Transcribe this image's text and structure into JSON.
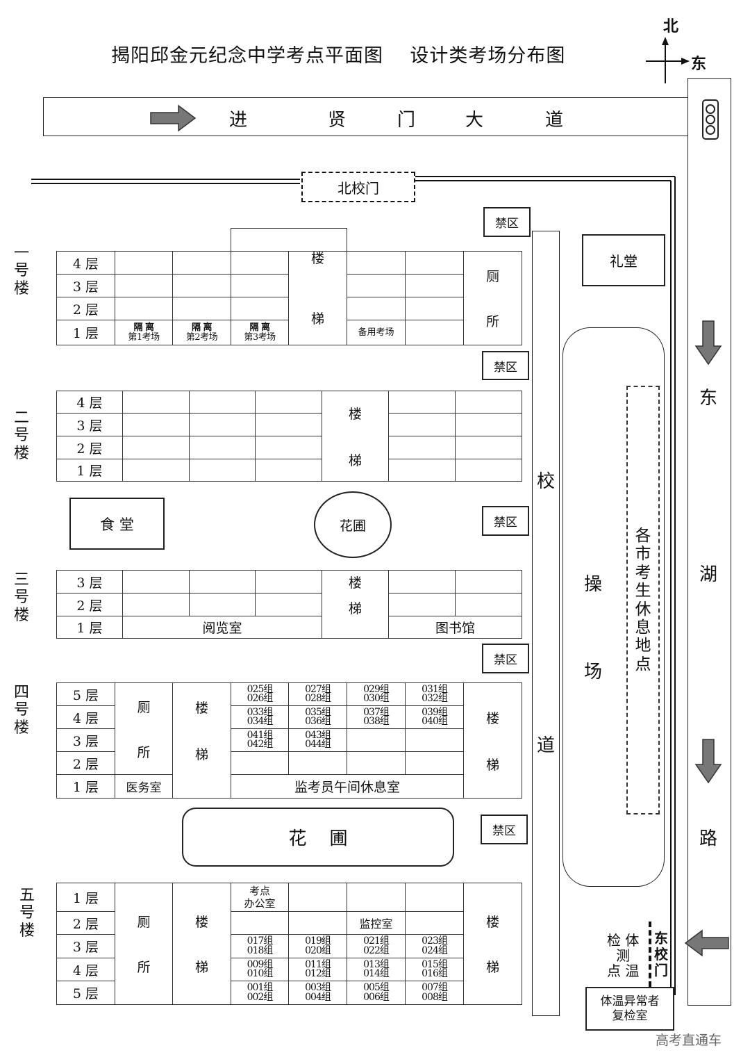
{
  "title": "揭阳邱金元纪念中学考点平面图    设计类考场分布图",
  "compass": {
    "north": "北",
    "east": "东"
  },
  "road_top": [
    "进",
    "贤",
    "门",
    "大",
    "道"
  ],
  "road_right": [
    "东",
    "湖",
    "路"
  ],
  "north_gate": "北校门",
  "east_gate": [
    "东",
    "校",
    "门"
  ],
  "restricted": "禁区",
  "hall": "礼堂",
  "campus_road": [
    "校",
    "道"
  ],
  "playground": [
    "操",
    "场"
  ],
  "rest_area": [
    "各",
    "市",
    "考",
    "生",
    "休",
    "息",
    "地",
    "点"
  ],
  "canteen": "食 堂",
  "garden_small": "花圃",
  "garden_big": "花    圃",
  "temp_check": [
    "检 体",
    "测",
    "点 温"
  ],
  "recheck_room": [
    "体温异常者",
    "复检室"
  ],
  "watermark": "高考直通车",
  "stairs": [
    "楼",
    "梯"
  ],
  "toilet": [
    "厕",
    "所"
  ],
  "floors": {
    "f1": "1 层",
    "f2": "2 层",
    "f3": "3 层",
    "f4": "4 层",
    "f5": "5 层"
  },
  "building1": {
    "name": [
      "一",
      "号",
      "楼"
    ],
    "isolation_top": "隔 离",
    "isolation": [
      "第1考场",
      "第2考场",
      "第3考场"
    ],
    "backup": "备用考场"
  },
  "building2": {
    "name": [
      "二",
      "号",
      "楼"
    ]
  },
  "building3": {
    "name": [
      "三",
      "号",
      "楼"
    ],
    "reading_room": "阅览室",
    "library": "图书馆"
  },
  "building4": {
    "name": [
      "四",
      "号",
      "楼"
    ],
    "clinic": "医务室",
    "lounge": "监考员午间休息室",
    "groups": {
      "g025": "025组",
      "g026": "026组",
      "g027": "027组",
      "g028": "028组",
      "g029": "029组",
      "g030": "030组",
      "g031": "031组",
      "g032": "032组",
      "g033": "033组",
      "g034": "034组",
      "g035": "035组",
      "g036": "036组",
      "g037": "037组",
      "g038": "038组",
      "g039": "039组",
      "g040": "040组",
      "g041": "041组",
      "g042": "042组",
      "g043": "043组",
      "g044": "044组"
    }
  },
  "building5": {
    "name": [
      "五",
      "号",
      "楼"
    ],
    "office": [
      "考点",
      "办公室"
    ],
    "monitor": "监控室",
    "groups": {
      "g017": "017组",
      "g018": "018组",
      "g019": "019组",
      "g020": "020组",
      "g021": "021组",
      "g022": "022组",
      "g023": "023组",
      "g024": "024组",
      "g009": "009组",
      "g010": "010组",
      "g011": "011组",
      "g012": "012组",
      "g013": "013组",
      "g014": "014组",
      "g015": "015组",
      "g016": "016组",
      "g001": "001组",
      "g002": "002组",
      "g003": "003组",
      "g004": "004组",
      "g005": "005组",
      "g006": "006组",
      "g007": "007组",
      "g008": "008组"
    }
  }
}
